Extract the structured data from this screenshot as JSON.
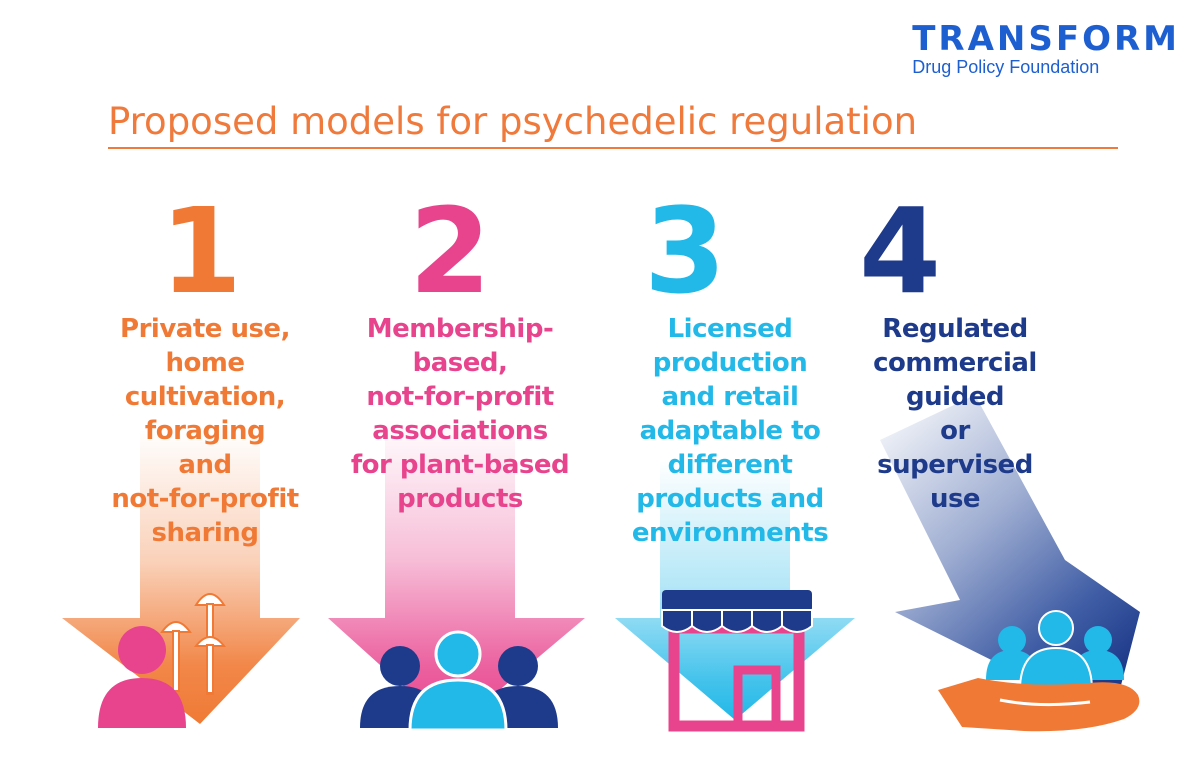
{
  "logo": {
    "name": "TRANSFORM",
    "subtitle": "Drug Policy Foundation"
  },
  "title": "Proposed models for psychedelic regulation",
  "colors": {
    "orange": "#f07a35",
    "pink": "#e8448e",
    "cyan": "#22b8e8",
    "navy": "#1e3a8a",
    "brand_blue": "#1d5fd0"
  },
  "models": [
    {
      "number": "1",
      "lines": [
        "Private use,",
        "home",
        "cultivation,",
        "foraging",
        "and",
        "not-for-profit",
        "sharing"
      ],
      "icon": "person-with-mushrooms-icon"
    },
    {
      "number": "2",
      "lines": [
        "Membership-",
        "based,",
        "not-for-profit",
        "associations",
        "for plant-based",
        "products"
      ],
      "icon": "group-of-people-icon"
    },
    {
      "number": "3",
      "lines": [
        "Licensed",
        "production",
        "and retail",
        "adaptable to",
        "different",
        "products and",
        "environments"
      ],
      "icon": "shop-storefront-icon"
    },
    {
      "number": "4",
      "lines": [
        "Regulated",
        "commercial",
        "guided",
        "or",
        "supervised",
        "use"
      ],
      "icon": "hand-holding-people-icon"
    }
  ]
}
